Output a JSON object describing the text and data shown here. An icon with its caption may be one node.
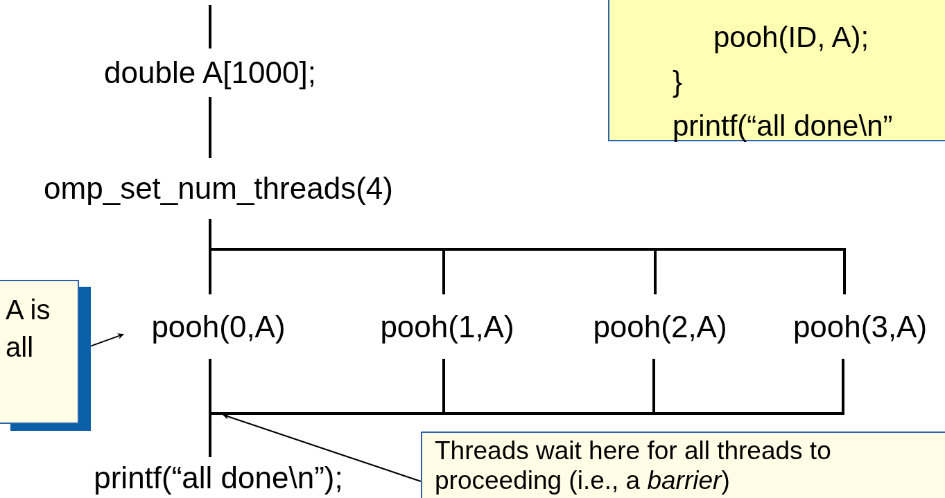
{
  "diagram": {
    "nodes": [
      {
        "text": [
          "pooh(ID, A);",
          "}",
          "printf(“all done\\n”"
        ]
      },
      {
        "text": [
          "double A[1000];"
        ]
      },
      {
        "text": [
          "omp_set_num_threads(4)"
        ]
      },
      {
        "text": [],
        "shape": "bar"
      },
      {
        "text": [
          "A is all"
        ]
      },
      {
        "text": [
          "pooh(0,A)"
        ]
      },
      {
        "text": [
          "pooh(1,A)"
        ]
      },
      {
        "text": [
          "pooh(2,A)"
        ]
      },
      {
        "text": [
          "pooh(3,A)"
        ]
      },
      {
        "text": [],
        "shape": "bar"
      },
      {
        "text": [
          "printf(“all done\\n”);"
        ]
      },
      {
        "text": [
          "Threads wait here for all threads to proceeding (i.e., a *barrier*)"
        ]
      }
    ],
    "edges": [
      {
        "from": null,
        "to": 1,
        "arrow": "none"
      },
      {
        "from": 1,
        "to": 2,
        "arrow": "none"
      },
      {
        "from": 2,
        "to": 3,
        "arrow": "none"
      },
      {
        "from": 3,
        "to": 5,
        "arrow": "none"
      },
      {
        "from": 3,
        "to": 6,
        "arrow": "none"
      },
      {
        "from": 3,
        "to": 7,
        "arrow": "none"
      },
      {
        "from": 3,
        "to": 8,
        "arrow": "none"
      },
      {
        "from": 5,
        "to": 9,
        "arrow": "none"
      },
      {
        "from": 6,
        "to": 9,
        "arrow": "none"
      },
      {
        "from": 7,
        "to": 9,
        "arrow": "none"
      },
      {
        "from": 8,
        "to": 9,
        "arrow": "none"
      },
      {
        "from": 9,
        "to": 10,
        "arrow": "none"
      },
      {
        "from": 4,
        "to": 5,
        "arrow": "to"
      },
      {
        "from": 11,
        "to": 9,
        "arrow": "to"
      }
    ]
  }
}
